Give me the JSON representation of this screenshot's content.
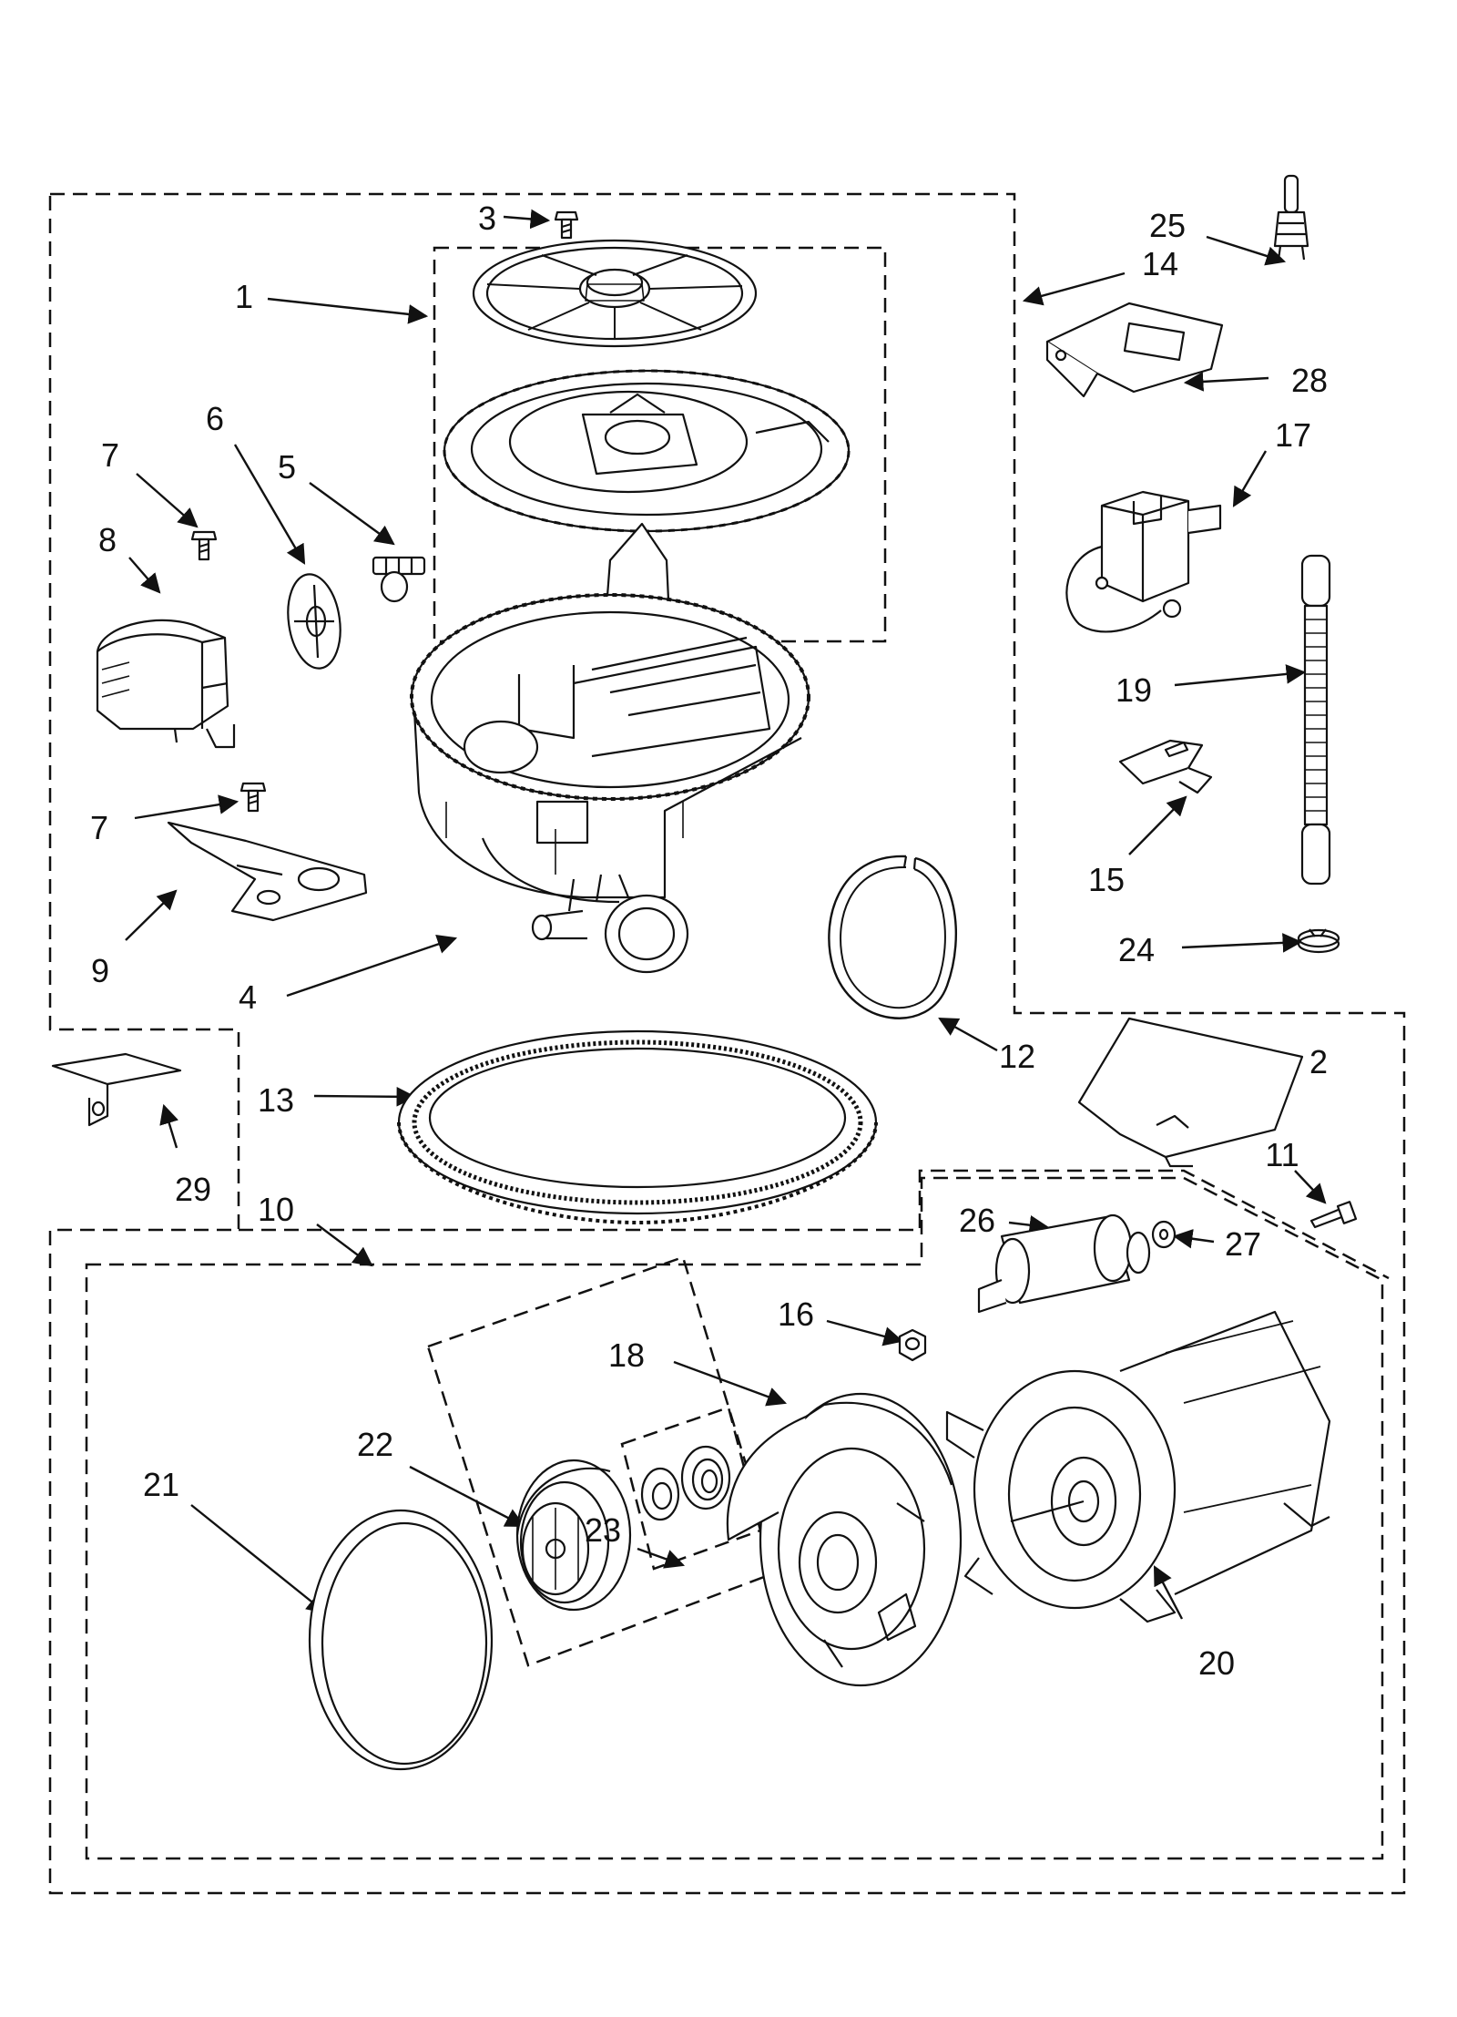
{
  "diagram": {
    "line_color": "#111111",
    "background": "#ffffff",
    "callouts": {
      "c1": "1",
      "c2": "2",
      "c3": "3",
      "c4": "4",
      "c5": "5",
      "c6": "6",
      "c7a": "7",
      "c7b": "7",
      "c8": "8",
      "c9": "9",
      "c10": "10",
      "c11": "11",
      "c12": "12",
      "c13": "13",
      "c14": "14",
      "c15": "15",
      "c16": "16",
      "c17": "17",
      "c18": "18",
      "c19": "19",
      "c20": "20",
      "c21": "21",
      "c22": "22",
      "c23": "23",
      "c24": "24",
      "c25": "25",
      "c26": "26",
      "c27": "27",
      "c28": "28",
      "c29": "29"
    }
  }
}
